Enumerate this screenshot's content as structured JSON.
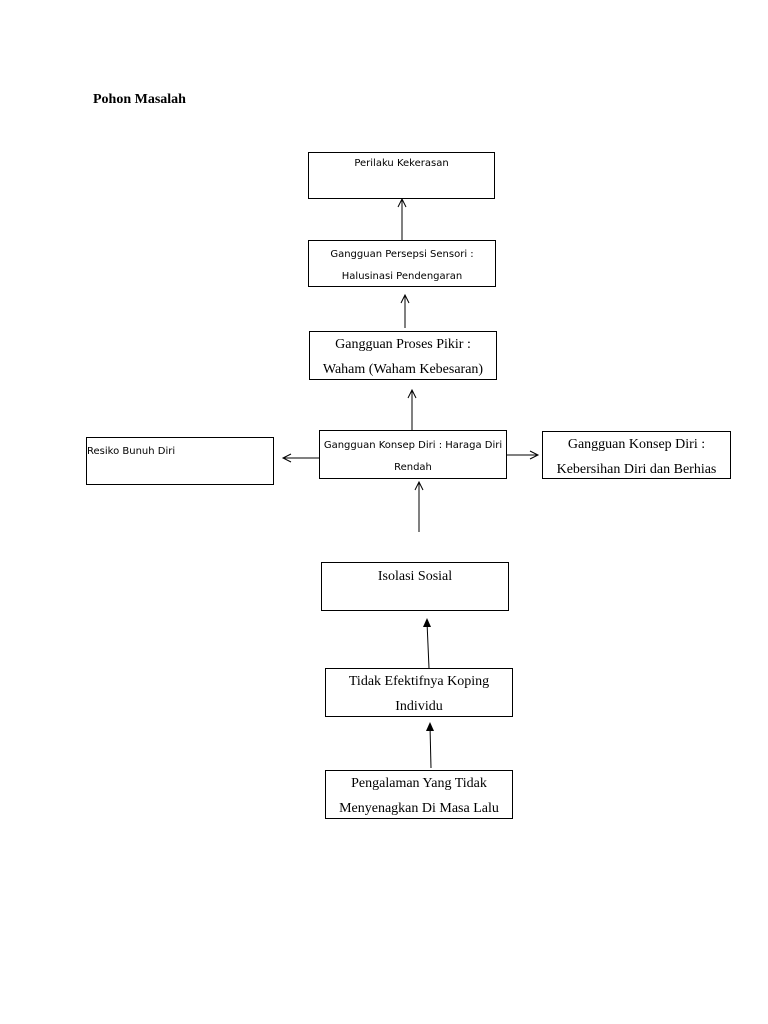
{
  "title": "Pohon Masalah",
  "nodes": {
    "perilaku_kekerasan": {
      "lines": [
        "Perilaku Kekerasan"
      ]
    },
    "gangguan_persepsi": {
      "lines": [
        "Gangguan Persepsi Sensori :",
        "Halusinasi Pendengaran"
      ]
    },
    "gangguan_proses_pikir": {
      "lines": [
        "Gangguan Proses Pikir :",
        "Waham (Waham Kebesaran)"
      ]
    },
    "gangguan_konsep_diri": {
      "lines": [
        "Gangguan Konsep Diri : Haraga Diri",
        "Rendah"
      ]
    },
    "resiko_bunuh_diri": {
      "lines": [
        "Resiko Bunuh Diri"
      ]
    },
    "gangguan_kebersihan": {
      "lines": [
        "Gangguan Konsep Diri :",
        "Kebersihan Diri dan Berhias"
      ]
    },
    "isolasi_sosial": {
      "lines": [
        "Isolasi Sosial"
      ]
    },
    "tidak_efektif_koping": {
      "lines": [
        "Tidak Efektifnya Koping",
        "Individu"
      ]
    },
    "pengalaman": {
      "lines": [
        "Pengalaman Yang Tidak",
        "Menyenagkan Di Masa Lalu"
      ]
    }
  },
  "colors": {
    "line": "#000000",
    "background": "#ffffff"
  }
}
